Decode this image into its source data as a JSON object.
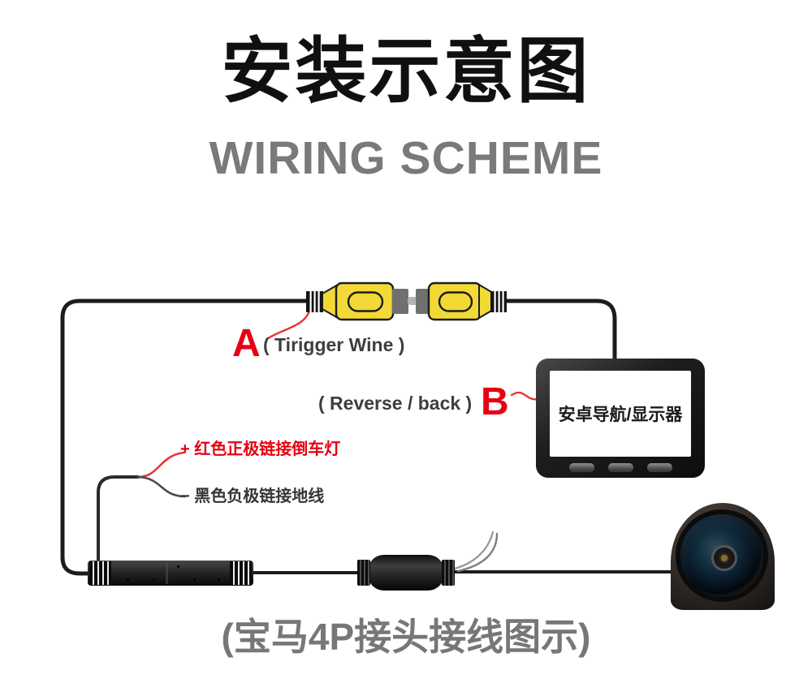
{
  "header": {
    "title_cn": "安装示意图",
    "title_en": "WIRING SCHEME"
  },
  "diagram": {
    "label_a": {
      "letter": "A",
      "text": "( Tirigger Wine )"
    },
    "label_b": {
      "text": "( Reverse / back )",
      "letter": "B"
    },
    "wire_labels": {
      "positive": "+ 红色正极链接倒车灯",
      "negative": "− 黑色负极链接地线"
    },
    "monitor_label": "安卓导航/显示器",
    "caption": "(宝马4P接头接线图示)"
  },
  "colors": {
    "accent_red": "#e60012",
    "wire_black": "#1c1c1c",
    "connector_yellow": "#f3d936",
    "subtitle_gray": "#7a7a7a",
    "caption_gray": "#777777",
    "label_dark": "#3e3e3e"
  }
}
